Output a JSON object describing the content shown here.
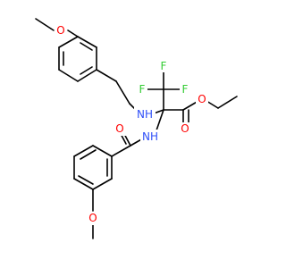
{
  "molecule": {
    "atoms": [
      {
        "id": "o_top",
        "label": "O",
        "color": "#ff0000"
      },
      {
        "id": "f1",
        "label": "F",
        "color": "#33cc33"
      },
      {
        "id": "f2",
        "label": "F",
        "color": "#33cc33"
      },
      {
        "id": "f3",
        "label": "F",
        "color": "#33cc33"
      },
      {
        "id": "nh_upper",
        "label": "NH",
        "color": "#3050f8"
      },
      {
        "id": "nh_lower",
        "label": "NH",
        "color": "#3050f8"
      },
      {
        "id": "o_ester",
        "label": "O",
        "color": "#ff0000"
      },
      {
        "id": "o_carbonyl",
        "label": "O",
        "color": "#ff0000"
      },
      {
        "id": "o_amide",
        "label": "O",
        "color": "#ff0000"
      },
      {
        "id": "o_bottom",
        "label": "O",
        "color": "#ff0000"
      }
    ],
    "bond_color": "#000000"
  }
}
